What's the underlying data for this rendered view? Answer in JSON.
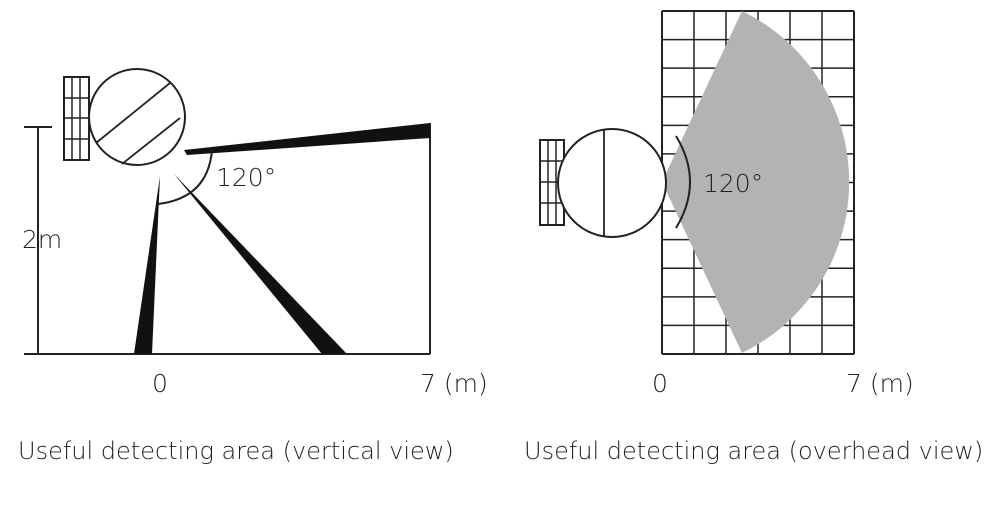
{
  "vertical_view": {
    "caption": "Useful detecting area (vertical view)",
    "height_label": "2m",
    "angle_label": "120°",
    "axis_start_label": "0",
    "axis_end_label": "7 (m)"
  },
  "overhead_view": {
    "caption": "Useful detecting area (overhead view)",
    "angle_label": "120°",
    "axis_start_label": "0",
    "axis_end_label": "7 (m)"
  },
  "colors": {
    "stroke": "#222222",
    "fill_dark": "#111111",
    "fan_gray": "#b3b3b3",
    "background": "#ffffff"
  }
}
